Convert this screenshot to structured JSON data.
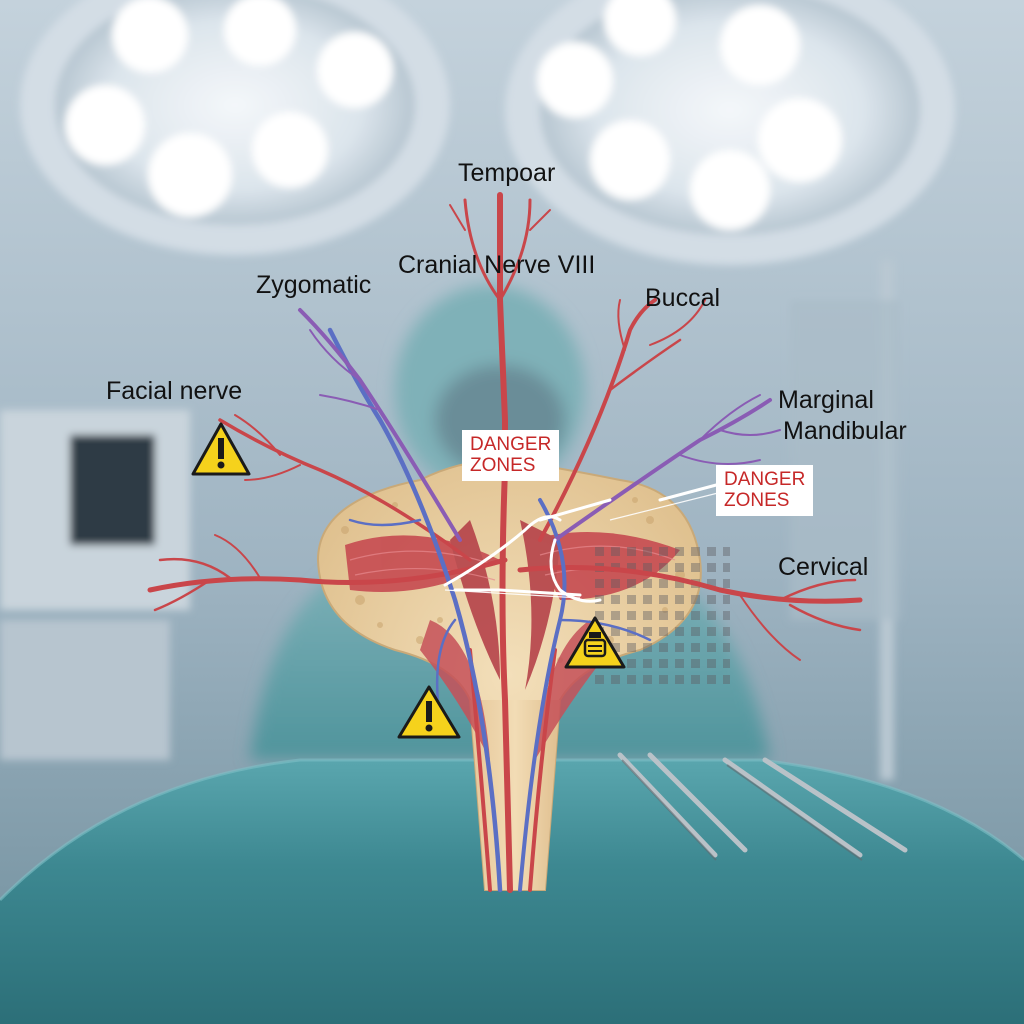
{
  "labels": {
    "temporal": "Tempoar",
    "cranial": "Cranial Nerve VIII",
    "zygomatic": "Zygomatic",
    "buccal": "Buccal",
    "facial": "Facial nerve",
    "marginal_line1": "Marginal",
    "marginal_line2": "Mandibular",
    "cervical": "Cervical"
  },
  "danger_boxes": [
    {
      "line1": "DANGER",
      "line2": "ZONES"
    },
    {
      "line1": "DANGER",
      "line2": "ZONES"
    }
  ],
  "colors": {
    "artery": "#c9464a",
    "vein": "#5b6fc4",
    "nerve_purple": "#8a5cb4",
    "bone": "#ecd2a4",
    "muscle": "#c4434c",
    "warning": "#f5d21c",
    "danger_text": "#c62828",
    "drape": "#3f8f97"
  },
  "icons": [
    "warning-triangle-icon",
    "warning-triangle-icon",
    "warning-triangle-icon"
  ]
}
